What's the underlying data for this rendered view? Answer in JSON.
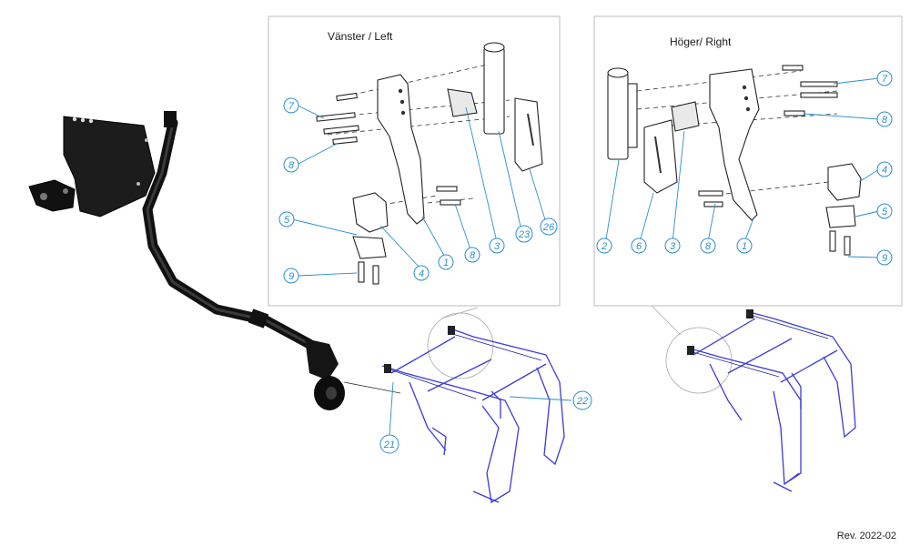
{
  "panels": {
    "left": {
      "title": "Vänster / Left"
    },
    "right": {
      "title": "Höger/ Right"
    }
  },
  "callouts": {
    "left": [
      "7",
      "8",
      "5",
      "9",
      "4",
      "1",
      "8",
      "3",
      "23",
      "26"
    ],
    "right": [
      "7",
      "8",
      "4",
      "5",
      "9",
      "2",
      "6",
      "3",
      "8",
      "1"
    ],
    "frame": [
      "21",
      "22"
    ]
  },
  "revision": "Rev. 2022-02",
  "colors": {
    "callout": "#2a8fd0",
    "frame": "#3b3bd9",
    "part": "#222222"
  }
}
